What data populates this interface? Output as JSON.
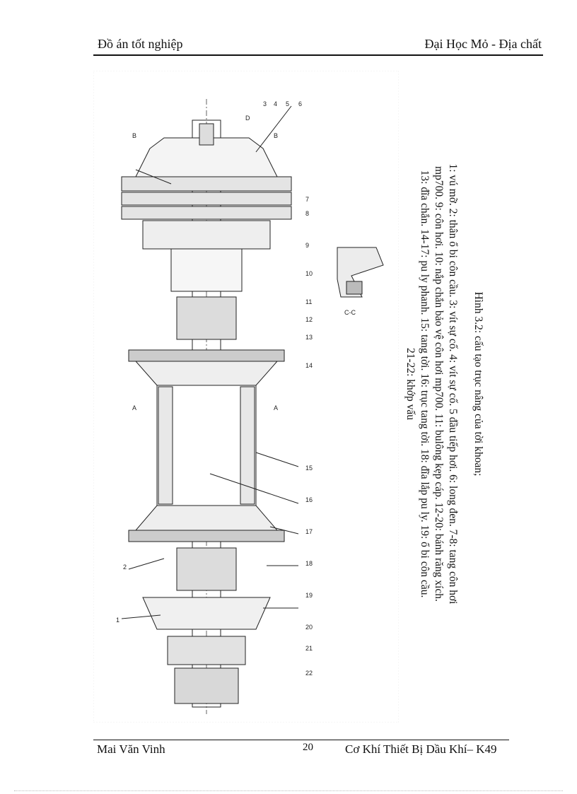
{
  "header": {
    "left": "Đồ án tốt nghiệp",
    "right": "Đại Học Mỏ - Địa chất"
  },
  "figure": {
    "caption_title": "Hình 3.2: cấu tạo trục nâng của tời khoan;",
    "caption_lines": [
      "1: vú mỡ. 2: thân ổ bi côn cầu. 3: vít sự cố. 4: vít sự cố. 5 đầu tiếp hơi. 6: long đen. 7-8: tang côn hơi",
      "mp700. 9: côn hơi. 10: nắp chắn bảo vệ côn hơi mp700. 11: bulông kẹp cáp. 12-20: bánh răng xích.",
      "13: đĩa chắn. 14-17: pu ly phanh. 15: tang tời. 16: trục tang tời. 18: đĩa lắp pu ly. 19: ổ bi côn cầu.",
      "21-22: khớp vấu"
    ],
    "part_numbers": [
      "1",
      "2",
      "3",
      "4",
      "5",
      "6",
      "7",
      "8",
      "9",
      "10",
      "11",
      "12",
      "13",
      "14",
      "15",
      "16",
      "17",
      "18",
      "19",
      "20",
      "21",
      "22"
    ],
    "section_labels": {
      "a_top": "A",
      "a_bottom": "A",
      "b_top": "B",
      "b_bottom": "B",
      "c": "C-C",
      "d": "D"
    }
  },
  "footer": {
    "author": "Mai Văn Vinh",
    "page_number": "20",
    "course": "Cơ Khí Thiết Bị Dầu Khí– K49"
  }
}
